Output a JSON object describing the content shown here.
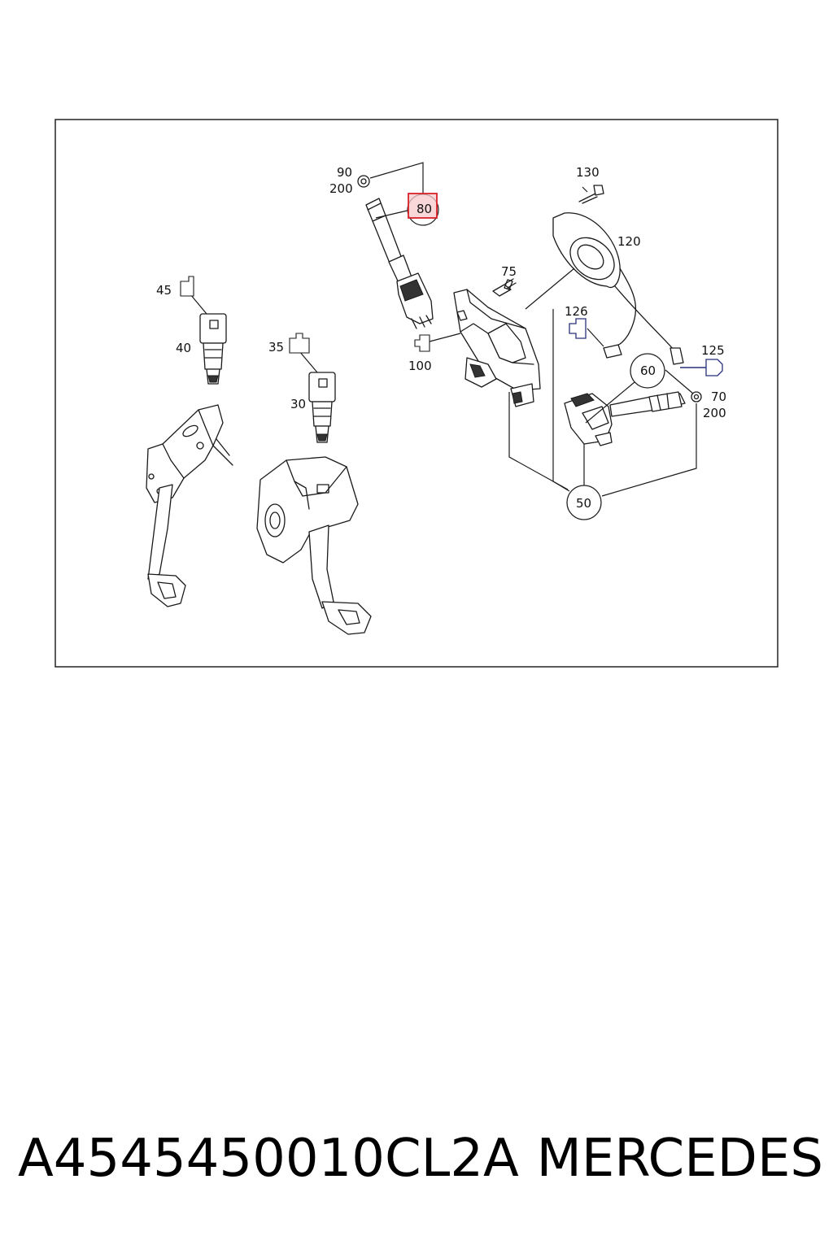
{
  "callouts": {
    "c90": "90",
    "c200a": "200",
    "c80": "80",
    "c130": "130",
    "c120": "120",
    "c75": "75",
    "c45": "45",
    "c40": "40",
    "c35": "35",
    "c30": "30",
    "c100": "100",
    "c126": "126",
    "c125": "125",
    "c60": "60",
    "c70": "70",
    "c200b": "200",
    "c50": "50"
  },
  "footer": {
    "part_number": "A4545450010CL2A",
    "brand": "MERCEDES"
  },
  "colors": {
    "highlight": "#d9202a",
    "highlight_fill": "#f7c9cc",
    "lead_blue": "#26307a"
  }
}
